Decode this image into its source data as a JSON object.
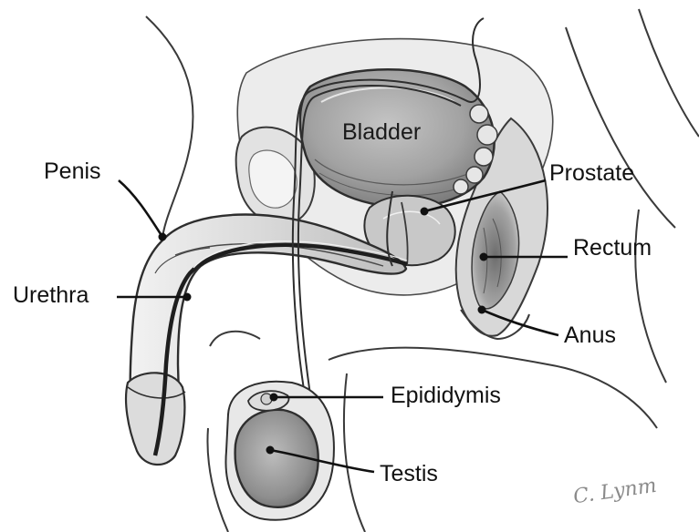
{
  "labels": {
    "bladder": "Bladder",
    "penis": "Penis",
    "prostate": "Prostate",
    "rectum": "Rectum",
    "urethra": "Urethra",
    "anus": "Anus",
    "epididymis": "Epididymis",
    "testis": "Testis"
  },
  "signature": "C. Lynm",
  "colors": {
    "tissue_light": "#ececec",
    "tissue_mid": "#d4d4d4",
    "tissue_dark": "#9a9a9a",
    "outline": "#3a3a3a",
    "label_text": "#111111"
  }
}
